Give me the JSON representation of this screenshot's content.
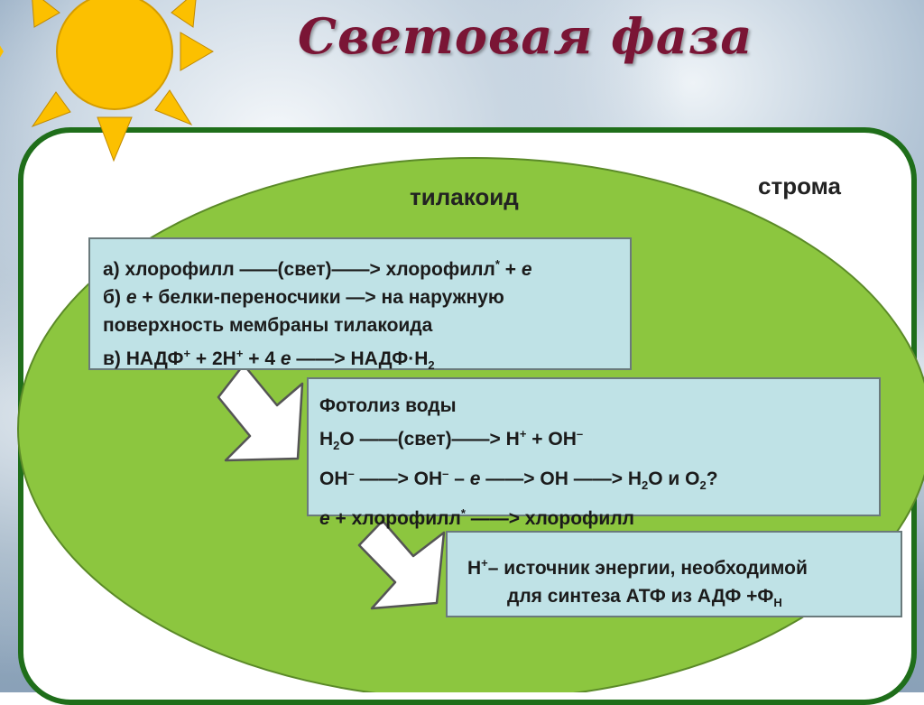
{
  "title": "Световая фаза",
  "labels": {
    "thylakoid": "тилакоид",
    "stroma": "строма"
  },
  "box1": {
    "l1_main": "а) хлорофилл ——(свет)——> хлорофилл",
    "l1_star": "*",
    "l1_tail": " + ",
    "l1_e": "е",
    "l2_a": "б) ",
    "l2_e": "е",
    "l2_b": " + белки-переносчики —> на наружную",
    "l3": "поверхность мембраны тилакоида",
    "l4_a": "в) НАДФ",
    "l4_p1": "+",
    "l4_b": " + 2Н",
    "l4_p2": "+",
    "l4_c": " + 4 ",
    "l4_e": "е",
    "l4_d": " ——> НАДФ·Н",
    "l4_2": "2"
  },
  "box2": {
    "l1": " Фотолиз воды",
    "l2_a": "Н",
    "l2_2": "2",
    "l2_b": "О ——(свет)——> Н",
    "l2_p": "+",
    "l2_c": " + ОН",
    "l2_m": "–",
    "l3_a": "ОН",
    "l3_m1": "–",
    "l3_b": " ——> ОН",
    "l3_m2": "–",
    "l3_c": " – ",
    "l3_e": "е",
    "l3_d": " ——> ОН ——> Н",
    "l3_2a": "2",
    "l3_f": "О и О",
    "l3_2b": "2",
    "l3_q": "?",
    "l4_e": "е",
    "l4_a": " + хлорофилл",
    "l4_star": "*",
    "l4_b": " ——> хлорофилл"
  },
  "box3": {
    "l1_a": "Н",
    "l1_p": "+",
    "l1_b": "– источник энергии, необходимой",
    "l2_a": "для синтеза АТФ из АДФ +Ф",
    "l2_sub": "Н"
  },
  "colors": {
    "thylakoid_fill": "#8cc63f",
    "panel_border": "#1f6e1a",
    "box_fill": "#bfe2e6",
    "title": "#7a1535",
    "sun": "#fcc000"
  }
}
